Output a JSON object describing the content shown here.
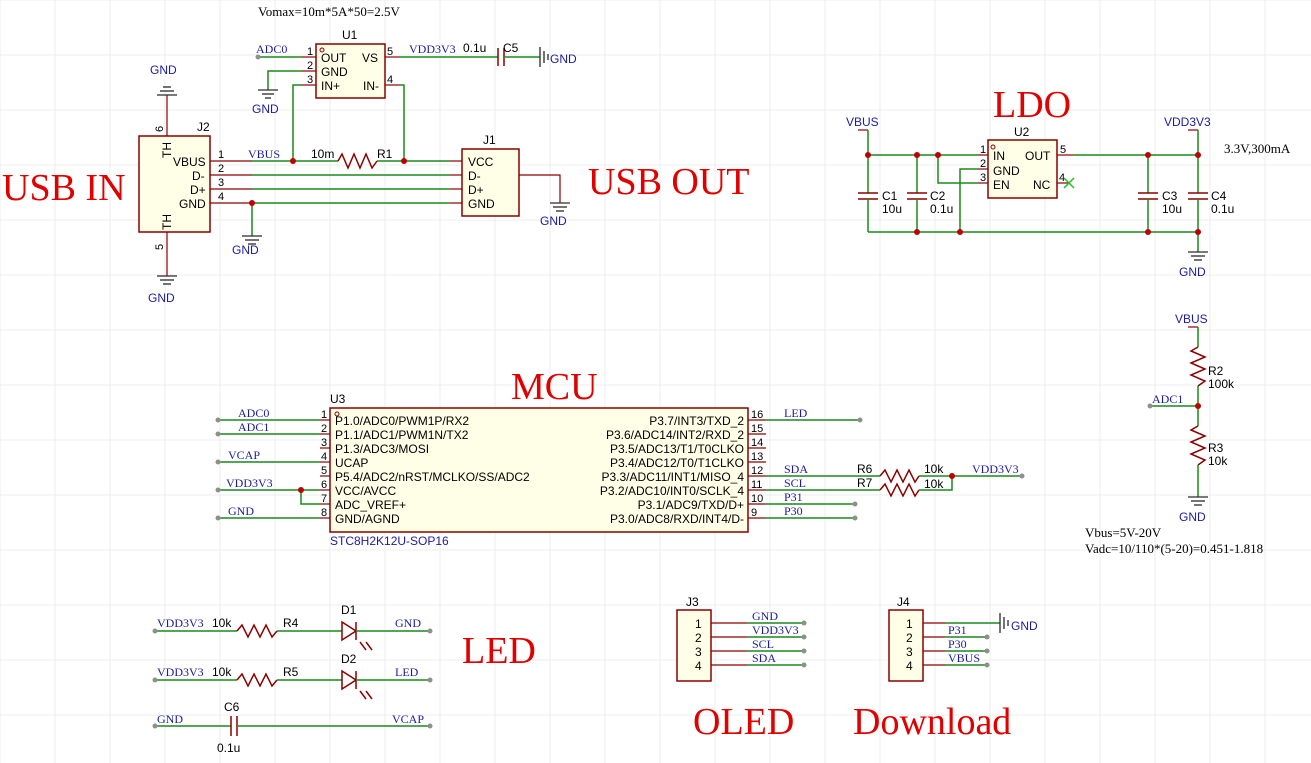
{
  "titles": {
    "usb_in": "USB IN",
    "usb_out": "USB OUT",
    "ldo": "LDO",
    "mcu": "MCU",
    "led": "LED",
    "oled": "OLED",
    "download": "Download"
  },
  "notes": {
    "vomax": "Vomax=10m*5A*50=2.5V",
    "ldo_spec": "3.3V,300mA",
    "vbus_range": "Vbus=5V-20V",
    "vadc": "Vadc=10/110*(5-20)=0.451-1.818"
  },
  "nets": {
    "gnd": "GND",
    "vbus": "VBUS",
    "vdd3v3": "VDD3V3",
    "adc0": "ADC0",
    "adc1": "ADC1",
    "vcap": "VCAP",
    "led": "LED",
    "sda": "SDA",
    "scl": "SCL",
    "p31": "P31",
    "p30": "P30"
  },
  "u1": {
    "ref": "U1",
    "pins": [
      "OUT",
      "GND",
      "IN+",
      "VS",
      "IN-"
    ],
    "nums": [
      "1",
      "2",
      "3",
      "5",
      "4"
    ]
  },
  "c5": {
    "ref": "C5",
    "value": "0.1u"
  },
  "r1": {
    "ref": "R1",
    "value": "10m"
  },
  "j2": {
    "ref": "J2",
    "pins": [
      "VBUS",
      "D-",
      "D+",
      "GND"
    ],
    "nums": [
      "1",
      "2",
      "3",
      "4"
    ],
    "th": "TH",
    "th_nums": [
      "6",
      "5"
    ]
  },
  "j1": {
    "ref": "J1",
    "pins": [
      "VCC",
      "D-",
      "D+",
      "GND"
    ]
  },
  "u2": {
    "ref": "U2",
    "pins": [
      "IN",
      "GND",
      "EN",
      "OUT",
      "NC"
    ],
    "nums": [
      "1",
      "2",
      "3",
      "5",
      "4"
    ]
  },
  "caps_ldo": [
    {
      "ref": "C1",
      "value": "10u"
    },
    {
      "ref": "C2",
      "value": "0.1u"
    },
    {
      "ref": "C3",
      "value": "10u"
    },
    {
      "ref": "C4",
      "value": "0.1u"
    }
  ],
  "r2": {
    "ref": "R2",
    "value": "100k"
  },
  "r3": {
    "ref": "R3",
    "value": "10k"
  },
  "u3": {
    "ref": "U3",
    "part": "STC8H2K12U-SOP16",
    "left_pins": [
      "P1.0/ADC0/PWM1P/RX2",
      "P1.1/ADC1/PWM1N/TX2",
      "P1.3/ADC3/MOSI",
      "UCAP",
      "P5.4/ADC2/nRST/MCLKO/SS/ADC2",
      "VCC/AVCC",
      "ADC_VREF+",
      "GND/AGND"
    ],
    "left_nums": [
      "1",
      "2",
      "3",
      "4",
      "5",
      "6",
      "7",
      "8"
    ],
    "right_pins": [
      "P3.7/INT3/TXD_2",
      "P3.6/ADC14/INT2/RXD_2",
      "P3.5/ADC13/T1/T0CLKO",
      "P3.4/ADC12/T0/T1CLKO",
      "P3.3/ADC11/INT1/MISO_4",
      "P3.2/ADC10/INT0/SCLK_4",
      "P3.1/ADC9/TXD/D+",
      "P3.0/ADC8/RXD/INT4/D-"
    ],
    "right_nums": [
      "16",
      "15",
      "14",
      "13",
      "12",
      "11",
      "10",
      "9"
    ]
  },
  "r6": {
    "ref": "R6",
    "value": "10k"
  },
  "r7": {
    "ref": "R7",
    "value": "10k"
  },
  "r4": {
    "ref": "R4",
    "value": "10k"
  },
  "r5": {
    "ref": "R5",
    "value": "10k"
  },
  "d1": {
    "ref": "D1"
  },
  "d2": {
    "ref": "D2"
  },
  "c6": {
    "ref": "C6",
    "value": "0.1u"
  },
  "j3": {
    "ref": "J3",
    "nums": [
      "1",
      "2",
      "3",
      "4"
    ],
    "nets": [
      "GND",
      "VDD3V3",
      "SCL",
      "SDA"
    ]
  },
  "j4": {
    "ref": "J4",
    "nums": [
      "1",
      "2",
      "3",
      "4"
    ],
    "nets": [
      "P31",
      "P30",
      "VBUS"
    ]
  }
}
